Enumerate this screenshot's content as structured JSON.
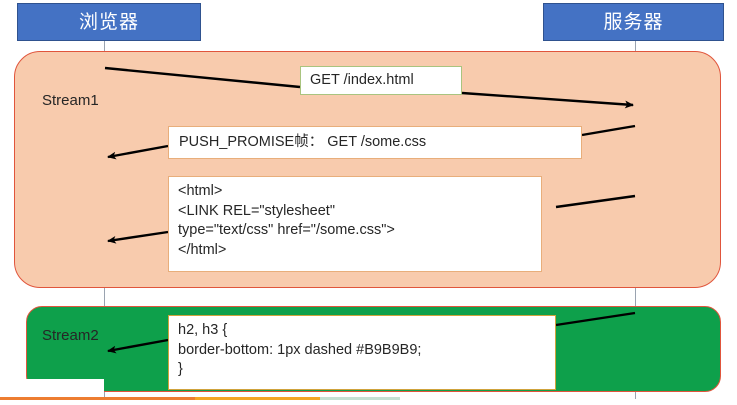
{
  "diagram": {
    "title": "HTTP/2 Server Push sequence diagram",
    "actors": {
      "browser": "浏览器",
      "server": "服务器"
    },
    "streams": [
      {
        "id": "stream1",
        "label": "Stream1",
        "color": "#F8CBAD",
        "border": "#E0553C"
      },
      {
        "id": "stream2",
        "label": "Stream2",
        "color": "#0EA04B",
        "border": "#E0553C"
      }
    ],
    "messages": {
      "get_index": {
        "text": "GET /index.html",
        "direction": "browser-to-server",
        "border_color": "#A9C47F"
      },
      "push_promise": {
        "text": "PUSH_PROMISE帧： GET /some.css",
        "direction": "server-to-browser",
        "border_color": "#E8AE7B"
      },
      "html_body": {
        "lines": [
          "<html>",
          "<LINK REL=\"stylesheet\"",
          "type=\"text/css\" href=\"/some.css\">",
          "</html>"
        ],
        "direction": "server-to-browser",
        "border_color": "#E8AE7B"
      },
      "css_body": {
        "lines": [
          "h2, h3 {",
          "border-bottom: 1px dashed #B9B9B9;",
          "}"
        ],
        "direction": "server-to-browser",
        "border_color": "#D0A33C"
      }
    },
    "accents": {
      "left_color": "#ED7D31",
      "mid_color": "#F5A623",
      "right_color": "#C6E0D2"
    },
    "palette": {
      "actor_fill": "#4472C4",
      "actor_border": "#2F528F",
      "lifeline": "#9AA3B0",
      "arrow": "#000000"
    }
  }
}
